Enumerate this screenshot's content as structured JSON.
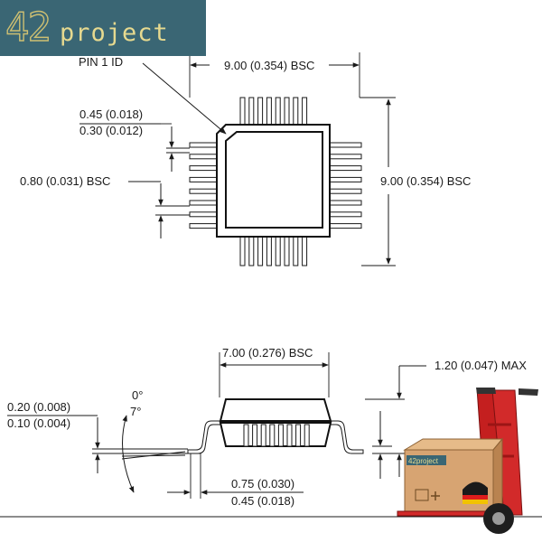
{
  "logo": {
    "number": "42",
    "word": "project"
  },
  "labels": {
    "pin1": "PIN 1 ID",
    "top_width": "9.00 (0.354) BSC",
    "right_height": "9.00 (0.354) BSC",
    "lead_width_max": "0.45 (0.018)",
    "lead_width_min": "0.30 (0.012)",
    "pitch": "0.80 (0.031) BSC",
    "body_width": "7.00 (0.276) BSC",
    "height_max": "1.20 (0.047) MAX",
    "thickness_max": "0.20 (0.008)",
    "thickness_min": "0.10 (0.004)",
    "angle_min": "0°",
    "angle_max": "7°",
    "foot_max": "0.75 (0.030)",
    "foot_min": "0.45 (0.018)"
  },
  "box": {
    "title": "42project"
  },
  "colors": {
    "logo_bg": "#3a6674",
    "logo_text": "#e6d98f",
    "cart_red": "#d22a2a",
    "box_brown": "#d7a472"
  }
}
